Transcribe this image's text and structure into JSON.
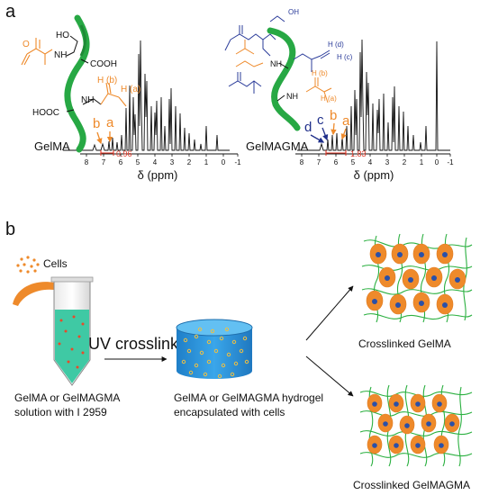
{
  "panel_a": {
    "letter": "a",
    "left_spectrum": {
      "sample_label": "GelMA",
      "peak_labels": [
        "b",
        "a"
      ],
      "integral": "0.96",
      "x_axis_label": "δ (ppm)",
      "x_ticks": [
        "8",
        "7",
        "6",
        "5",
        "4",
        "3",
        "2",
        "1",
        "0",
        "-1"
      ],
      "structure_labels": {
        "ho": "HO",
        "nh1": "NH",
        "cooh": "COOH",
        "hooc": "HOOC",
        "nh2": "NH",
        "o": "O",
        "hb": "H (b)",
        "ha": "H (a)"
      }
    },
    "right_spectrum": {
      "sample_label": "GelMAGMA",
      "peak_labels": [
        "d",
        "c",
        "b",
        "a"
      ],
      "integral": "1.83",
      "x_axis_label": "δ (ppm)",
      "x_ticks": [
        "8",
        "7",
        "6",
        "5",
        "4",
        "3",
        "2",
        "1",
        "0",
        "-1"
      ],
      "structure_labels": {
        "hd": "H (d)",
        "hc": "H (c)",
        "hb": "H (b)",
        "ha": "H (a)",
        "nh1": "NH",
        "nh2": "NH",
        "oh": "OH"
      }
    }
  },
  "panel_b": {
    "letter": "b",
    "cells_label": "Cells",
    "uv_label": "UV crosslinking",
    "solution_label_line1": "GelMA or GelMAGMA",
    "solution_label_line2": "solution with I 2959",
    "hydrogel_label_line1": "GelMA or GelMAGMA hydrogel",
    "hydrogel_label_line2": "encapsulated with cells",
    "top_network_label": "Crosslinked GelMA",
    "bottom_network_label": "Crosslinked GelMAGMA"
  },
  "colors": {
    "orange": "#ee8a2b",
    "green_helix": "#27a844",
    "blue_structure": "#2b3c9a",
    "integral_red": "#e23a2a",
    "solution_teal": "#3fc9a4",
    "hydrogel_blue": "#2a96de",
    "network_green": "#2bb040",
    "nucleus_blue": "#2a50a8"
  }
}
